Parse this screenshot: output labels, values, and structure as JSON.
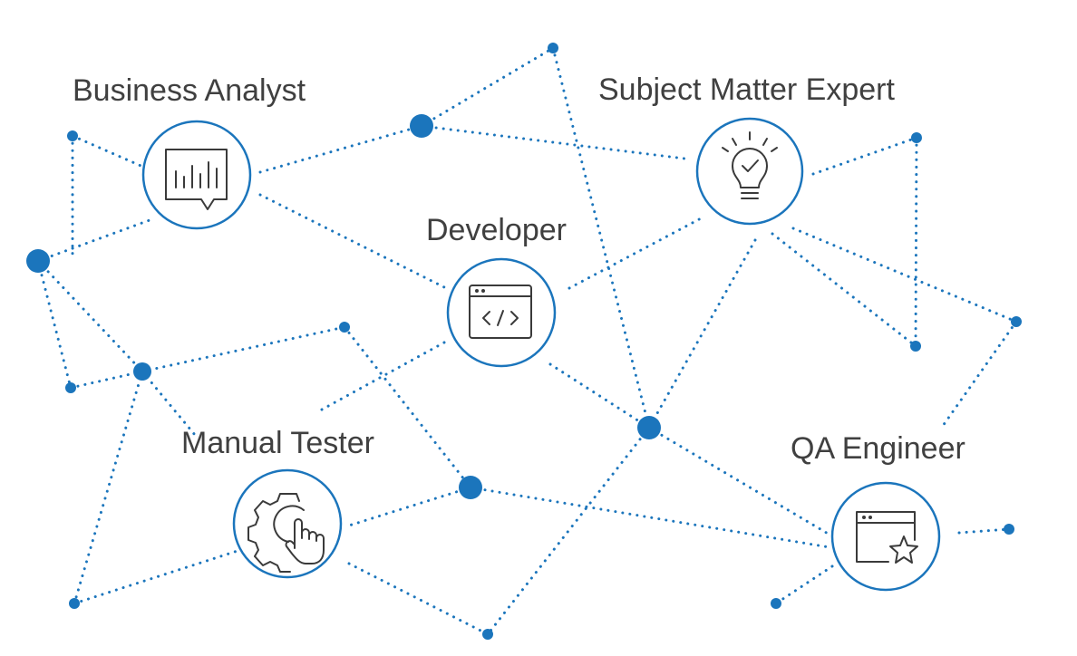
{
  "roles": {
    "business_analyst": {
      "label": "Business Analyst",
      "icon": "chart-speech-bubble-icon"
    },
    "subject_matter_expert": {
      "label": "Subject Matter Expert",
      "icon": "lightbulb-check-icon"
    },
    "developer": {
      "label": "Developer",
      "icon": "code-window-icon"
    },
    "manual_tester": {
      "label": "Manual Tester",
      "icon": "gear-pointer-hand-icon"
    },
    "qa_engineer": {
      "label": "QA Engineer",
      "icon": "window-star-icon"
    }
  },
  "colors": {
    "accent": "#1b75bc",
    "text": "#404040",
    "icon": "#3a3a3a"
  }
}
